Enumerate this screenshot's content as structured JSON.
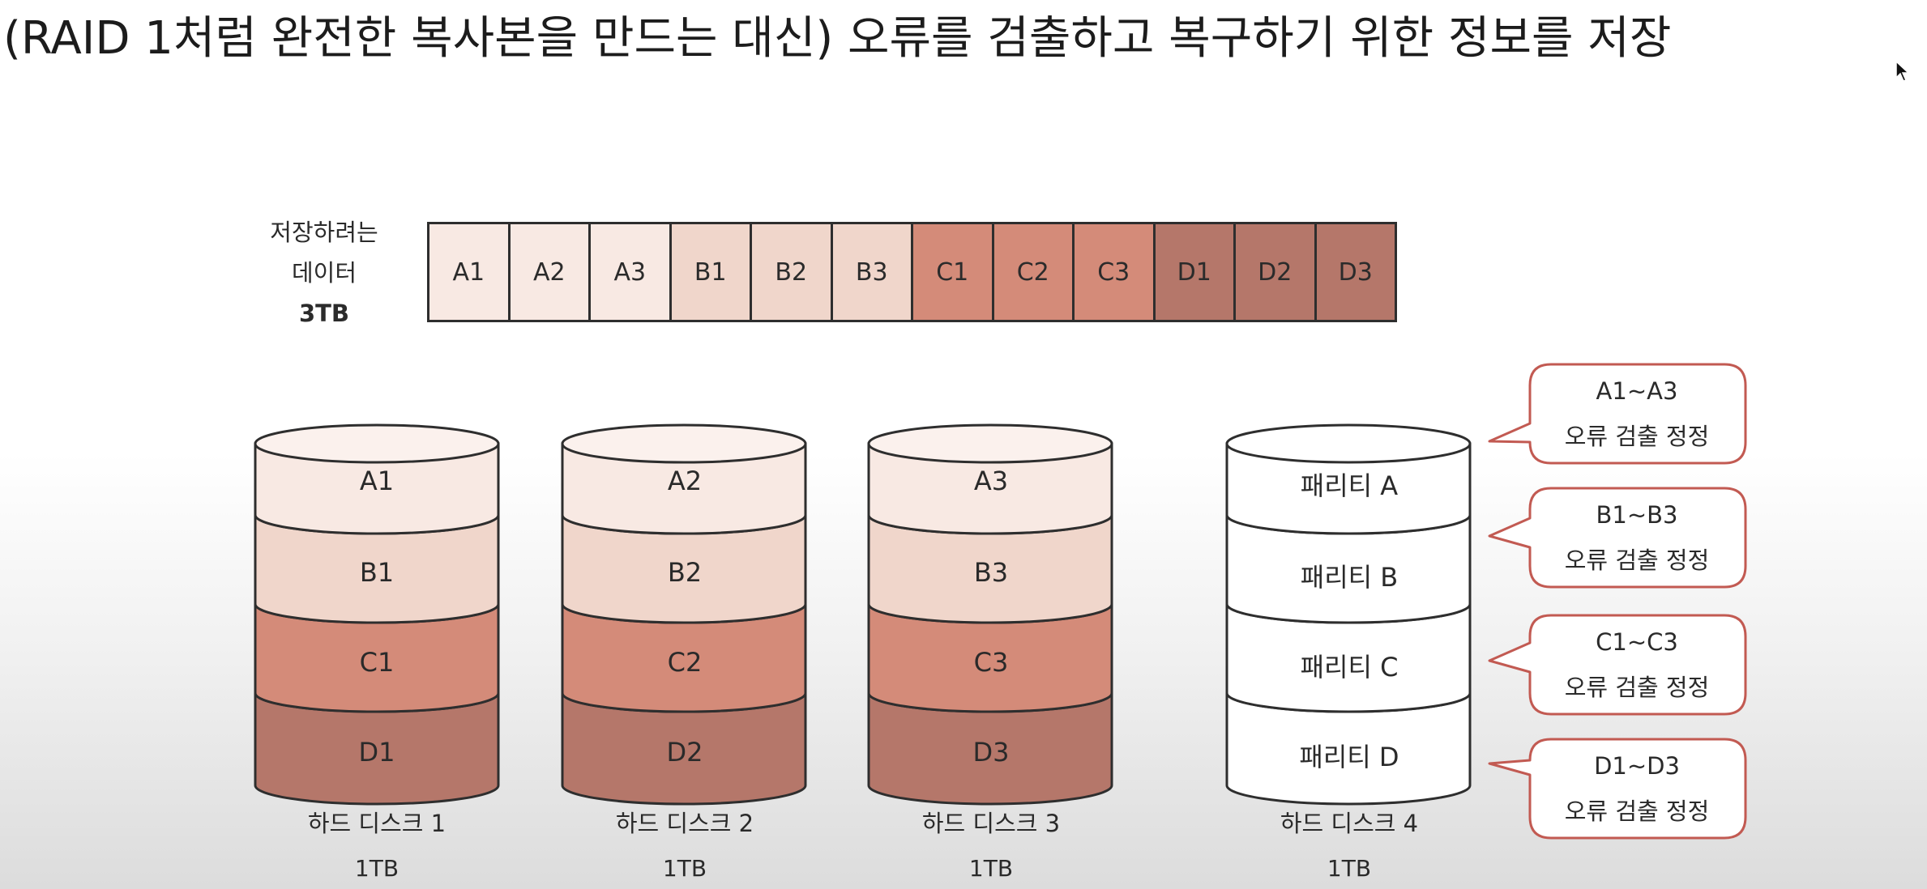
{
  "caption": "(RAID 1처럼 완전한 복사본을 만드는 대신) 오류를 검출하고 복구하기 위한 정보를 저장",
  "data_label": {
    "line1": "저장하려는",
    "line2": "데이터",
    "size": "3TB"
  },
  "strip": [
    "A1",
    "A2",
    "A3",
    "B1",
    "B2",
    "B3",
    "C1",
    "C2",
    "C3",
    "D1",
    "D2",
    "D3"
  ],
  "disks": [
    {
      "name": "하드 디스크 1",
      "size": "1TB",
      "blocks": [
        "A1",
        "B1",
        "C1",
        "D1"
      ]
    },
    {
      "name": "하드 디스크 2",
      "size": "1TB",
      "blocks": [
        "A2",
        "B2",
        "C2",
        "D2"
      ]
    },
    {
      "name": "하드 디스크 3",
      "size": "1TB",
      "blocks": [
        "A3",
        "B3",
        "C3",
        "D3"
      ]
    },
    {
      "name": "하드 디스크 4",
      "size": "1TB",
      "blocks": [
        "패리티 A",
        "패리티 B",
        "패리티 C",
        "패리티 D"
      ]
    }
  ],
  "bubbles": [
    {
      "range": "A1~A3",
      "text": "오류 검출 정정"
    },
    {
      "range": "B1~B3",
      "text": "오류 검출 정정"
    },
    {
      "range": "C1~C3",
      "text": "오류 검출 정정"
    },
    {
      "range": "D1~D3",
      "text": "오류 검출 정정"
    }
  ],
  "colors": {
    "a": "#f8e9e3",
    "b": "#f0d6cb",
    "c": "#d48b79",
    "d": "#b5776a",
    "a_top": "#fbf1ed",
    "b_top": "#e9cdc2",
    "c_top": "#cf8a78",
    "d_top": "#b77a6c",
    "parity": "#ffffff",
    "bubble_border": "#c25a52",
    "outline": "#2e2e2e"
  }
}
